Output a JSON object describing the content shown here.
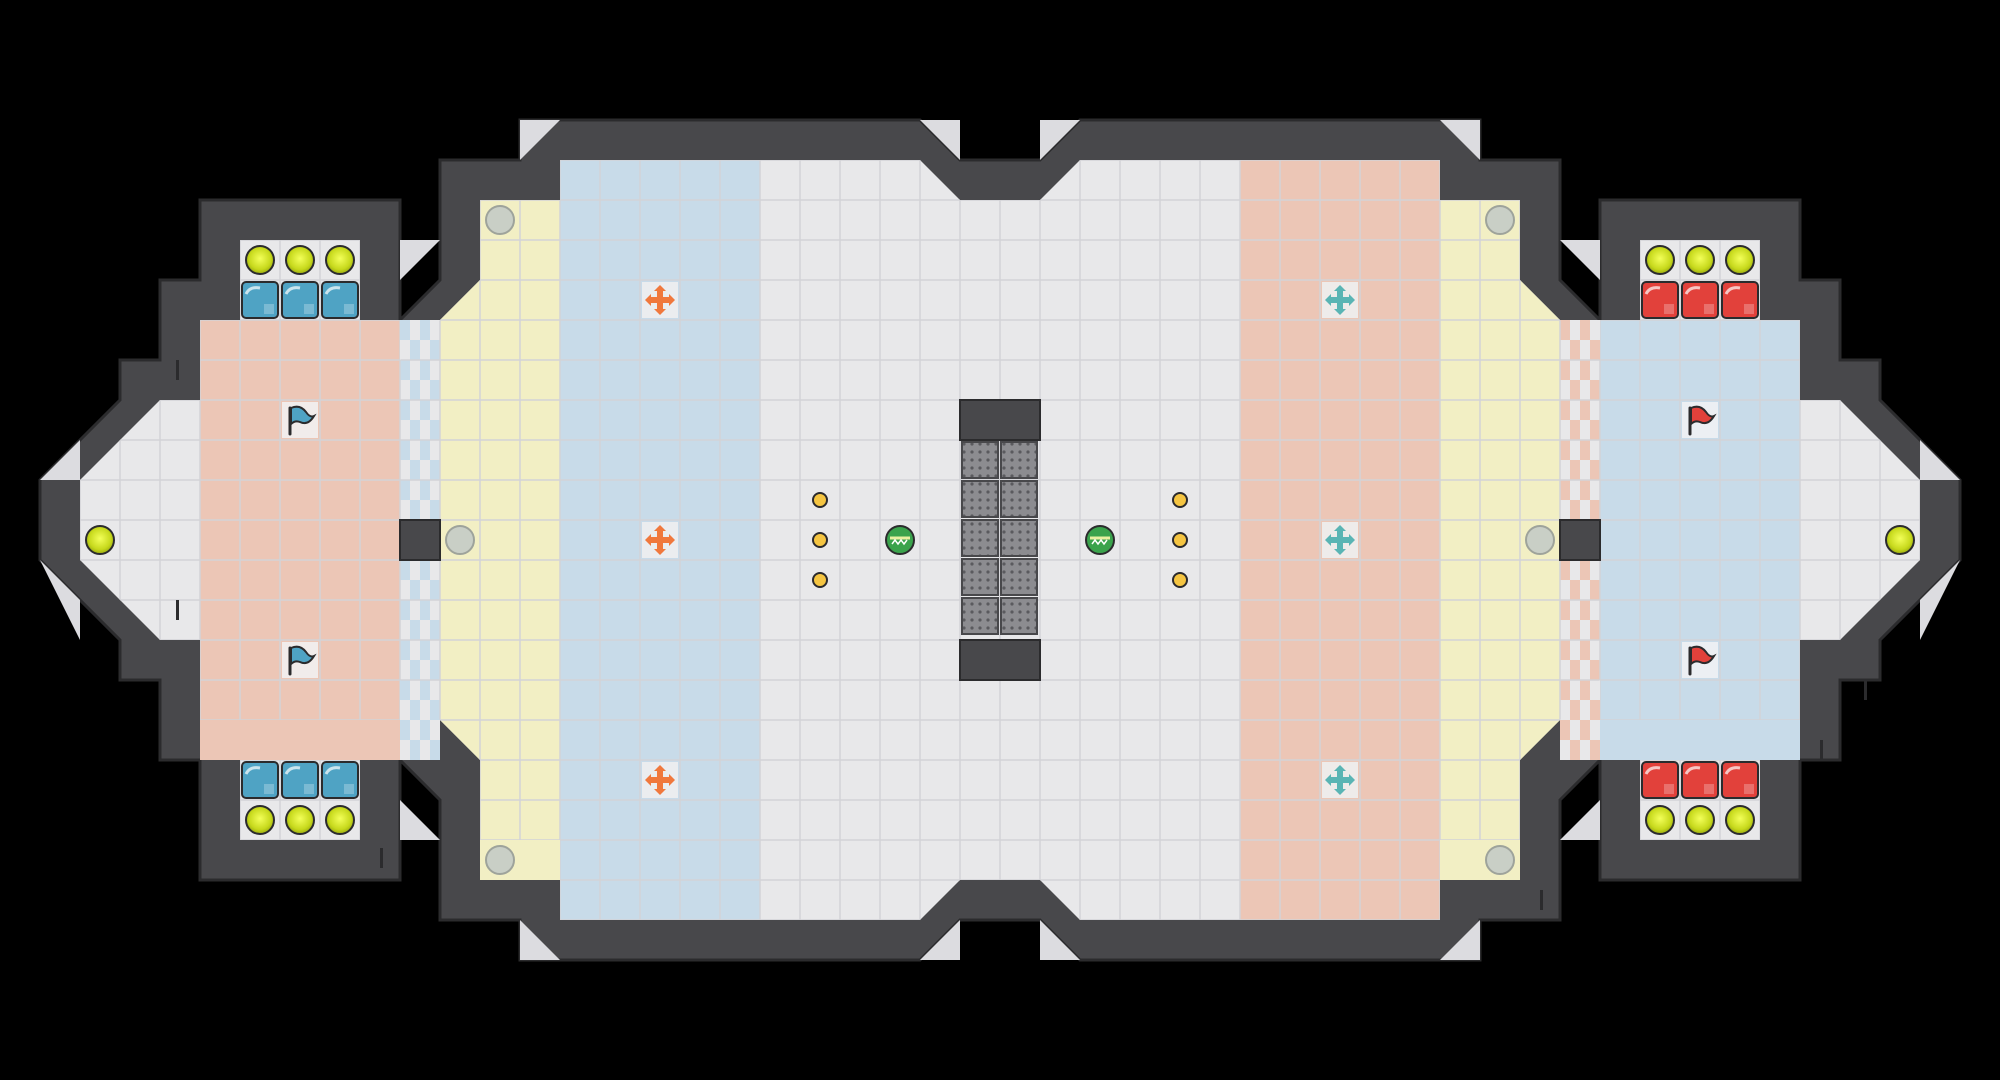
{
  "map": {
    "colors": {
      "background": "#000000",
      "wall": "#48484b",
      "wall_edge": "#2b2b2d",
      "floor": "#e8e8ea",
      "grid": "#d6d6da",
      "pale_blue": "#c8dbe9",
      "pale_red": "#ecc6b6",
      "pale_yellow": "#f2efc4",
      "blue_team": "#4fa3c4",
      "red_team": "#e2413b",
      "orange_boost": "#f0783c",
      "teal_boost": "#5ab4b4",
      "bomb_yellow": "#d8e82a",
      "button_orange": "#f5c542",
      "ball_green": "#3aa34c"
    },
    "left_base": {
      "flags": [
        "blue-flag",
        "blue-flag"
      ],
      "gate_tiles": [
        "blue-gate",
        "blue-gate",
        "blue-gate",
        "blue-gate",
        "blue-gate",
        "blue-gate"
      ],
      "bombs": 6
    },
    "right_base": {
      "flags": [
        "red-flag",
        "red-flag"
      ],
      "gate_tiles": [
        "red-gate",
        "red-gate",
        "red-gate",
        "red-gate",
        "red-gate",
        "red-gate"
      ],
      "bombs": 6
    },
    "boosts": {
      "left": [
        "orange-boost",
        "orange-boost",
        "orange-boost"
      ],
      "right": [
        "teal-boost",
        "teal-boost",
        "teal-boost"
      ]
    },
    "center": {
      "balls": [
        "green-ball",
        "green-ball"
      ],
      "buttons": 6,
      "spike_blocks": 10
    }
  }
}
